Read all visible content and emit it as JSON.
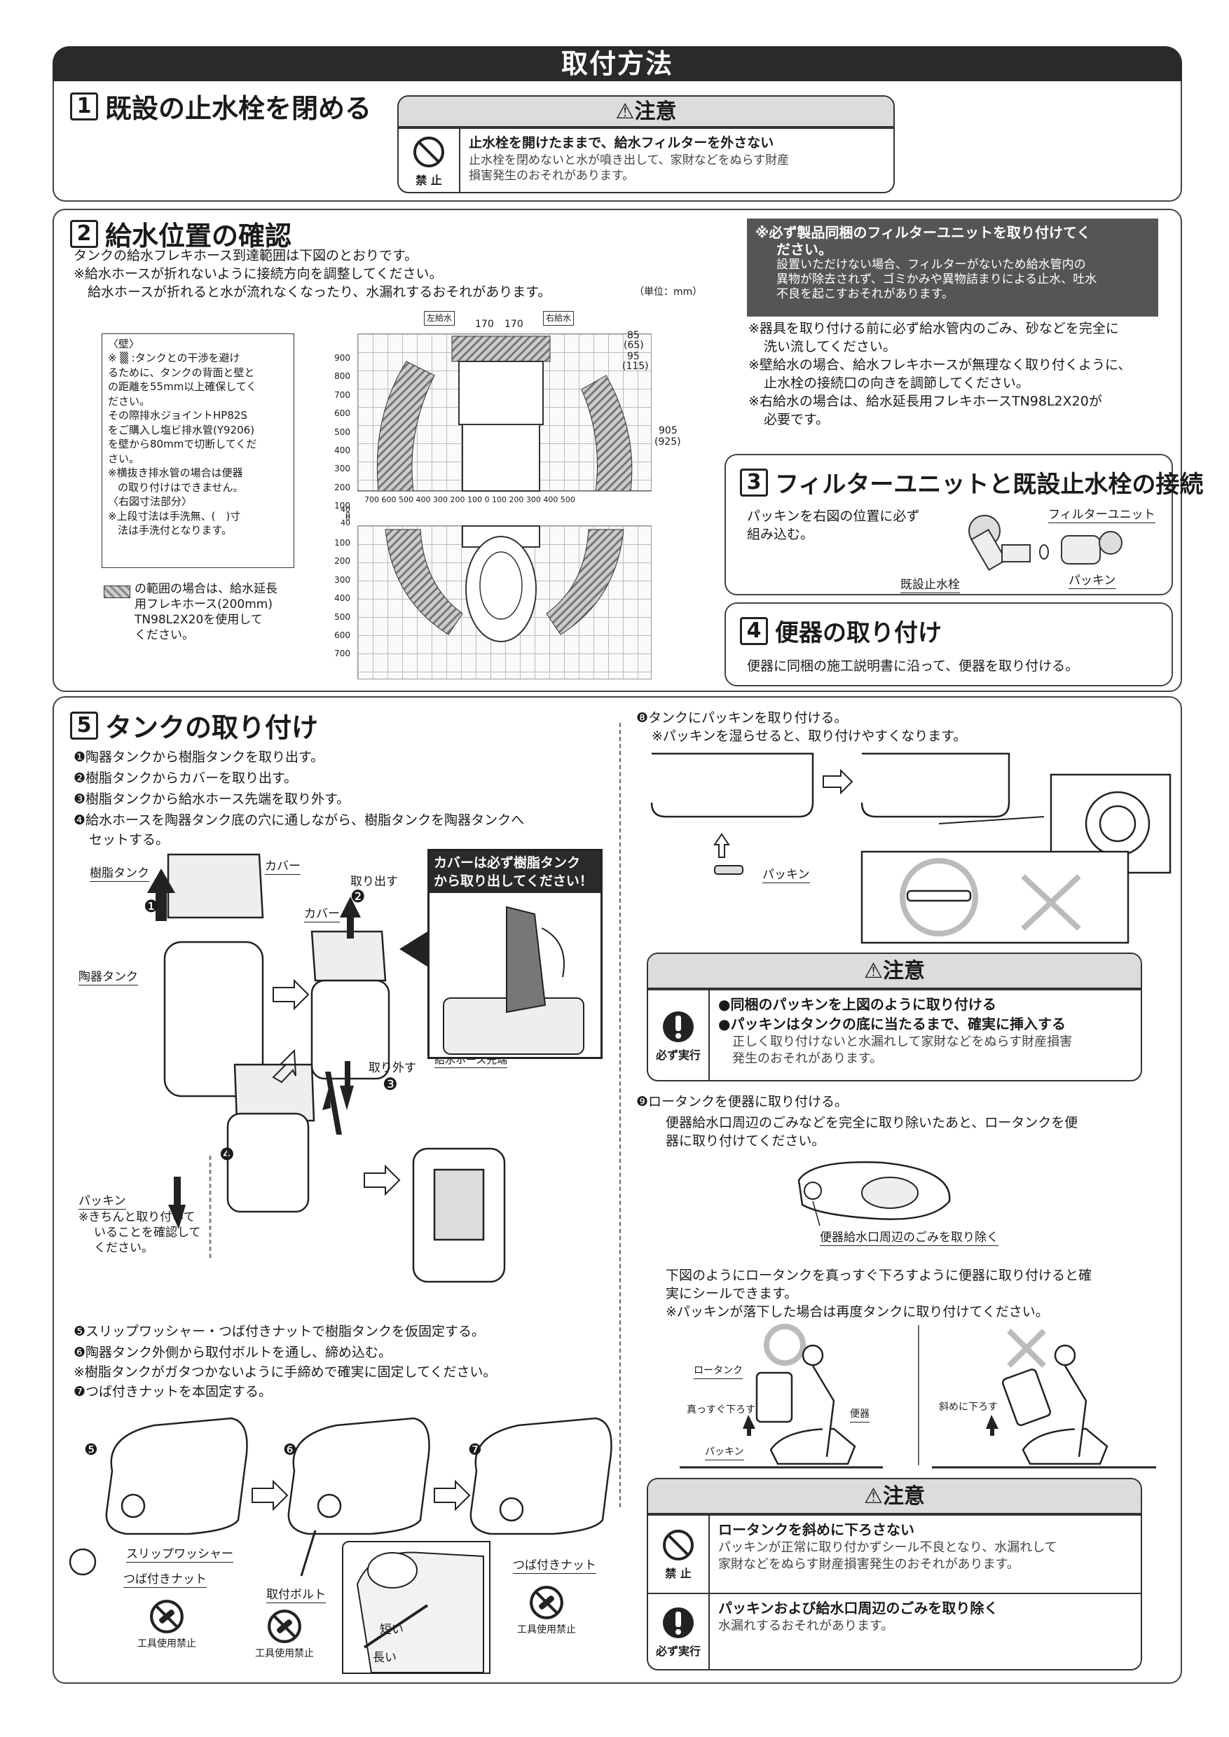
{
  "header": {
    "title": "取付方法"
  },
  "s1": {
    "num": "1",
    "title": "既設の止水栓を閉める",
    "caution": {
      "head": "注意",
      "icon_label": "禁 止",
      "bold": "止水栓を開けたままで、給水フィルターを外さない",
      "text1": "止水栓を閉めないと水が噴き出して、家財などをぬらす財産",
      "text2": "損害発生のおそれがあります。"
    }
  },
  "s2": {
    "num": "2",
    "title": "給水位置の確認",
    "l1": "タンクの給水フレキホース到達範囲は下図のとおりです。",
    "l2": "※給水ホースが折れないように接続方向を調整してください。",
    "l3": "給水ホースが折れると水が流れなくなったり、水漏れするおそれがあります。",
    "unit": "（単位：mm）",
    "dark": {
      "l1": "※必ず製品同梱のフィルターユニットを取り付けてく",
      "l2": "ださい。",
      "l3": "設置いただけない場合、フィルターがないため給水管内の",
      "l4": "異物が除去されず、ゴミかみや異物詰まりによる止水、吐水",
      "l5": "不良を起こすおそれがあります。"
    },
    "notes": [
      "※器具を取り付ける前に必ず給水管内のごみ、砂などを完全に",
      "洗い流してください。",
      "※壁給水の場合、給水フレキホースが無理なく取り付くように、",
      "止水栓の接続口の向きを調節してください。",
      "※右給水の場合は、給水延長用フレキホースTN98L2X20が",
      "必要です。"
    ],
    "wall": {
      "head": "〈壁〉",
      "lines": [
        "※ ▒ :タンクとの干渉を避け",
        "るために、タンクの背面と壁と",
        "の距離を55mm以上確保してく",
        "ださい。",
        "その際排水ジョイントHP82S",
        "をご購入し塩ビ排水管(Y9206)",
        "を壁から80mmで切断してくだ",
        "さい。",
        "※横抜き排水管の場合は便器",
        "の取り付けはできません。",
        "〈右図寸法部分〉",
        "※上段寸法は手洗無、(　)寸",
        "法は手洗付となります。"
      ]
    },
    "hatch_note": [
      "の範囲の場合は、給水延長",
      "用フレキホース(200mm)",
      "TN98L2X20を使用して",
      "ください。"
    ],
    "chart": {
      "left": "左給水",
      "right": "右給水",
      "d170a": "170",
      "d170b": "170",
      "d85": "85",
      "d65": "(65)",
      "d95": "95",
      "d115": "(115)",
      "d905": "905",
      "d925": "(925)",
      "yticks_top": [
        "900",
        "800",
        "700",
        "600",
        "500",
        "400",
        "300",
        "200",
        "100",
        "40",
        "0"
      ],
      "yticks_bot": [
        "0",
        "40",
        "100",
        "200",
        "300",
        "400",
        "500",
        "600",
        "700"
      ],
      "xticks": "700 600 500 400 300 200 100  0  100 200 300 400 500"
    }
  },
  "s3": {
    "num": "3",
    "title": "フィルターユニットと既設止水栓の接続",
    "l1": "パッキンを右図の位置に必ず",
    "l2": "組み込む。",
    "filter": "フィルターユニット",
    "valve": "既設止水栓",
    "packing": "パッキン"
  },
  "s4": {
    "num": "4",
    "title": "便器の取り付け",
    "l1": "便器に同梱の施工説明書に沿って、便器を取り付ける。"
  },
  "s5": {
    "num": "5",
    "title": "タンクの取り付け",
    "steps": [
      "❶陶器タンクから樹脂タンクを取り出す。",
      "❷樹脂タンクからカバーを取り出す。",
      "❸樹脂タンクから給水ホース先端を取り外す。",
      "❹給水ホースを陶器タンク底の穴に通しながら、樹脂タンクを陶器タンクへ",
      "セットする。"
    ],
    "lab_resin": "樹脂タンク",
    "lab_cover": "カバー",
    "lab_cover2": "カバー",
    "lab_takeout": "取り出す",
    "lab_ceramic": "陶器タンク",
    "lab_remove": "取り外す",
    "lab_hose": "給水ホース先端",
    "callout": {
      "l1": "カバーは必ず樹脂タンク",
      "l2": "から取り出してください！"
    },
    "m1": "❶",
    "m2": "❷",
    "m3": "❸",
    "m4": "❹",
    "m5": "❺",
    "m6": "❻",
    "m7": "❼",
    "packing": {
      "l0": "パッキン",
      "l1": "※きちんと取り付いて",
      "l2": "いることを確認して",
      "l3": "ください。"
    },
    "steps2": [
      "❺スリップワッシャー・つば付きナットで樹脂タンクを仮固定する。",
      "❻陶器タンク外側から取付ボルトを通し、締め込む。",
      "※樹脂タンクがガタつかないように手締めで確実に固定してください。",
      "❼つば付きナットを本固定する。"
    ],
    "slip": "スリップワッシャー",
    "nut": "つば付きナット",
    "bolt": "取付ボルト",
    "nut2": "つば付きナット",
    "short": "短い",
    "long": "長い",
    "notool": "工具使用禁止"
  },
  "s8": {
    "l1": "❽タンクにパッキンを取り付ける。",
    "l2": "※パッキンを湿らせると、取り付けやすくなります。",
    "packing": "パッキン",
    "caution": {
      "head": "注意",
      "icon_label": "必ず実行",
      "b1": "●同梱のパッキンを上図のように取り付ける",
      "b2": "●パッキンはタンクの底に当たるまで、確実に挿入する",
      "t1": "正しく取り付けないと水漏れして家財などをぬらす財産損害",
      "t2": "発生のおそれがあります。"
    }
  },
  "s9": {
    "l1": "❾ロータンクを便器に取り付ける。",
    "l2": "便器給水口周辺のごみなどを完全に取り除いたあと、ロータンクを便",
    "l3": "器に取り付けてください。",
    "clean": "便器給水口周辺のごみを取り除く",
    "l4": "下図のようにロータンクを真っすぐ下ろすように便器に取り付けると確",
    "l5": "実にシールできます。",
    "l6": "※パッキンが落下した場合は再度タンクに取り付けてください。",
    "lowtank": "ロータンク",
    "straight": "真っすぐ下ろす",
    "bowl": "便器",
    "packing": "パッキン",
    "diag": "斜めに下ろす",
    "caution": {
      "head": "注意",
      "r1_label": "禁 止",
      "r1_bold": "ロータンクを斜めに下ろさない",
      "r1_t1": "パッキンが正常に取り付かずシール不良となり、水漏れして",
      "r1_t2": "家財などをぬらす財産損害発生のおそれがあります。",
      "r2_label": "必ず実行",
      "r2_bold": "パッキンおよび給水口周辺のごみを取り除く",
      "r2_t1": "水漏れするおそれがあります。"
    }
  }
}
